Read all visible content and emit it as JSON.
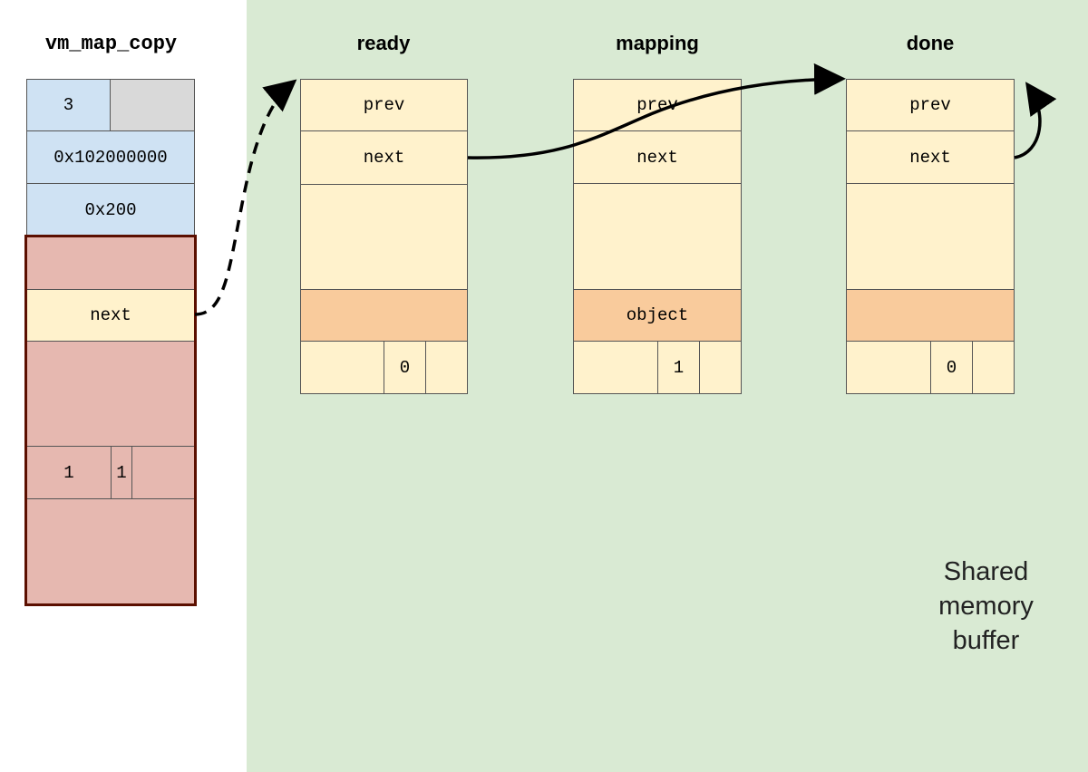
{
  "vm_map_copy": {
    "title": "vm_map_copy",
    "type_value": "3",
    "offset_value": "0x102000000",
    "size_value": "0x200",
    "next_label": "next",
    "flag_a": "1",
    "flag_b": "1"
  },
  "entries": {
    "ready": {
      "title": "ready",
      "prev_label": "prev",
      "next_label": "next",
      "object_label": "",
      "flag": "0"
    },
    "mapping": {
      "title": "mapping",
      "prev_label": "prev",
      "next_label": "next",
      "object_label": "object",
      "flag": "1"
    },
    "done": {
      "title": "done",
      "prev_label": "prev",
      "next_label": "next",
      "object_label": "",
      "flag": "0"
    }
  },
  "caption": {
    "line1": "Shared",
    "line2": "memory",
    "line3": "buffer"
  },
  "colors": {
    "shared_bg": "#d9ead3",
    "header_blue": "#cfe2f3",
    "entry_yellow": "#fff2cc",
    "object_orange": "#f9cb9c",
    "copy_red": "#e6b8b0",
    "copy_border": "#5b0f00"
  }
}
